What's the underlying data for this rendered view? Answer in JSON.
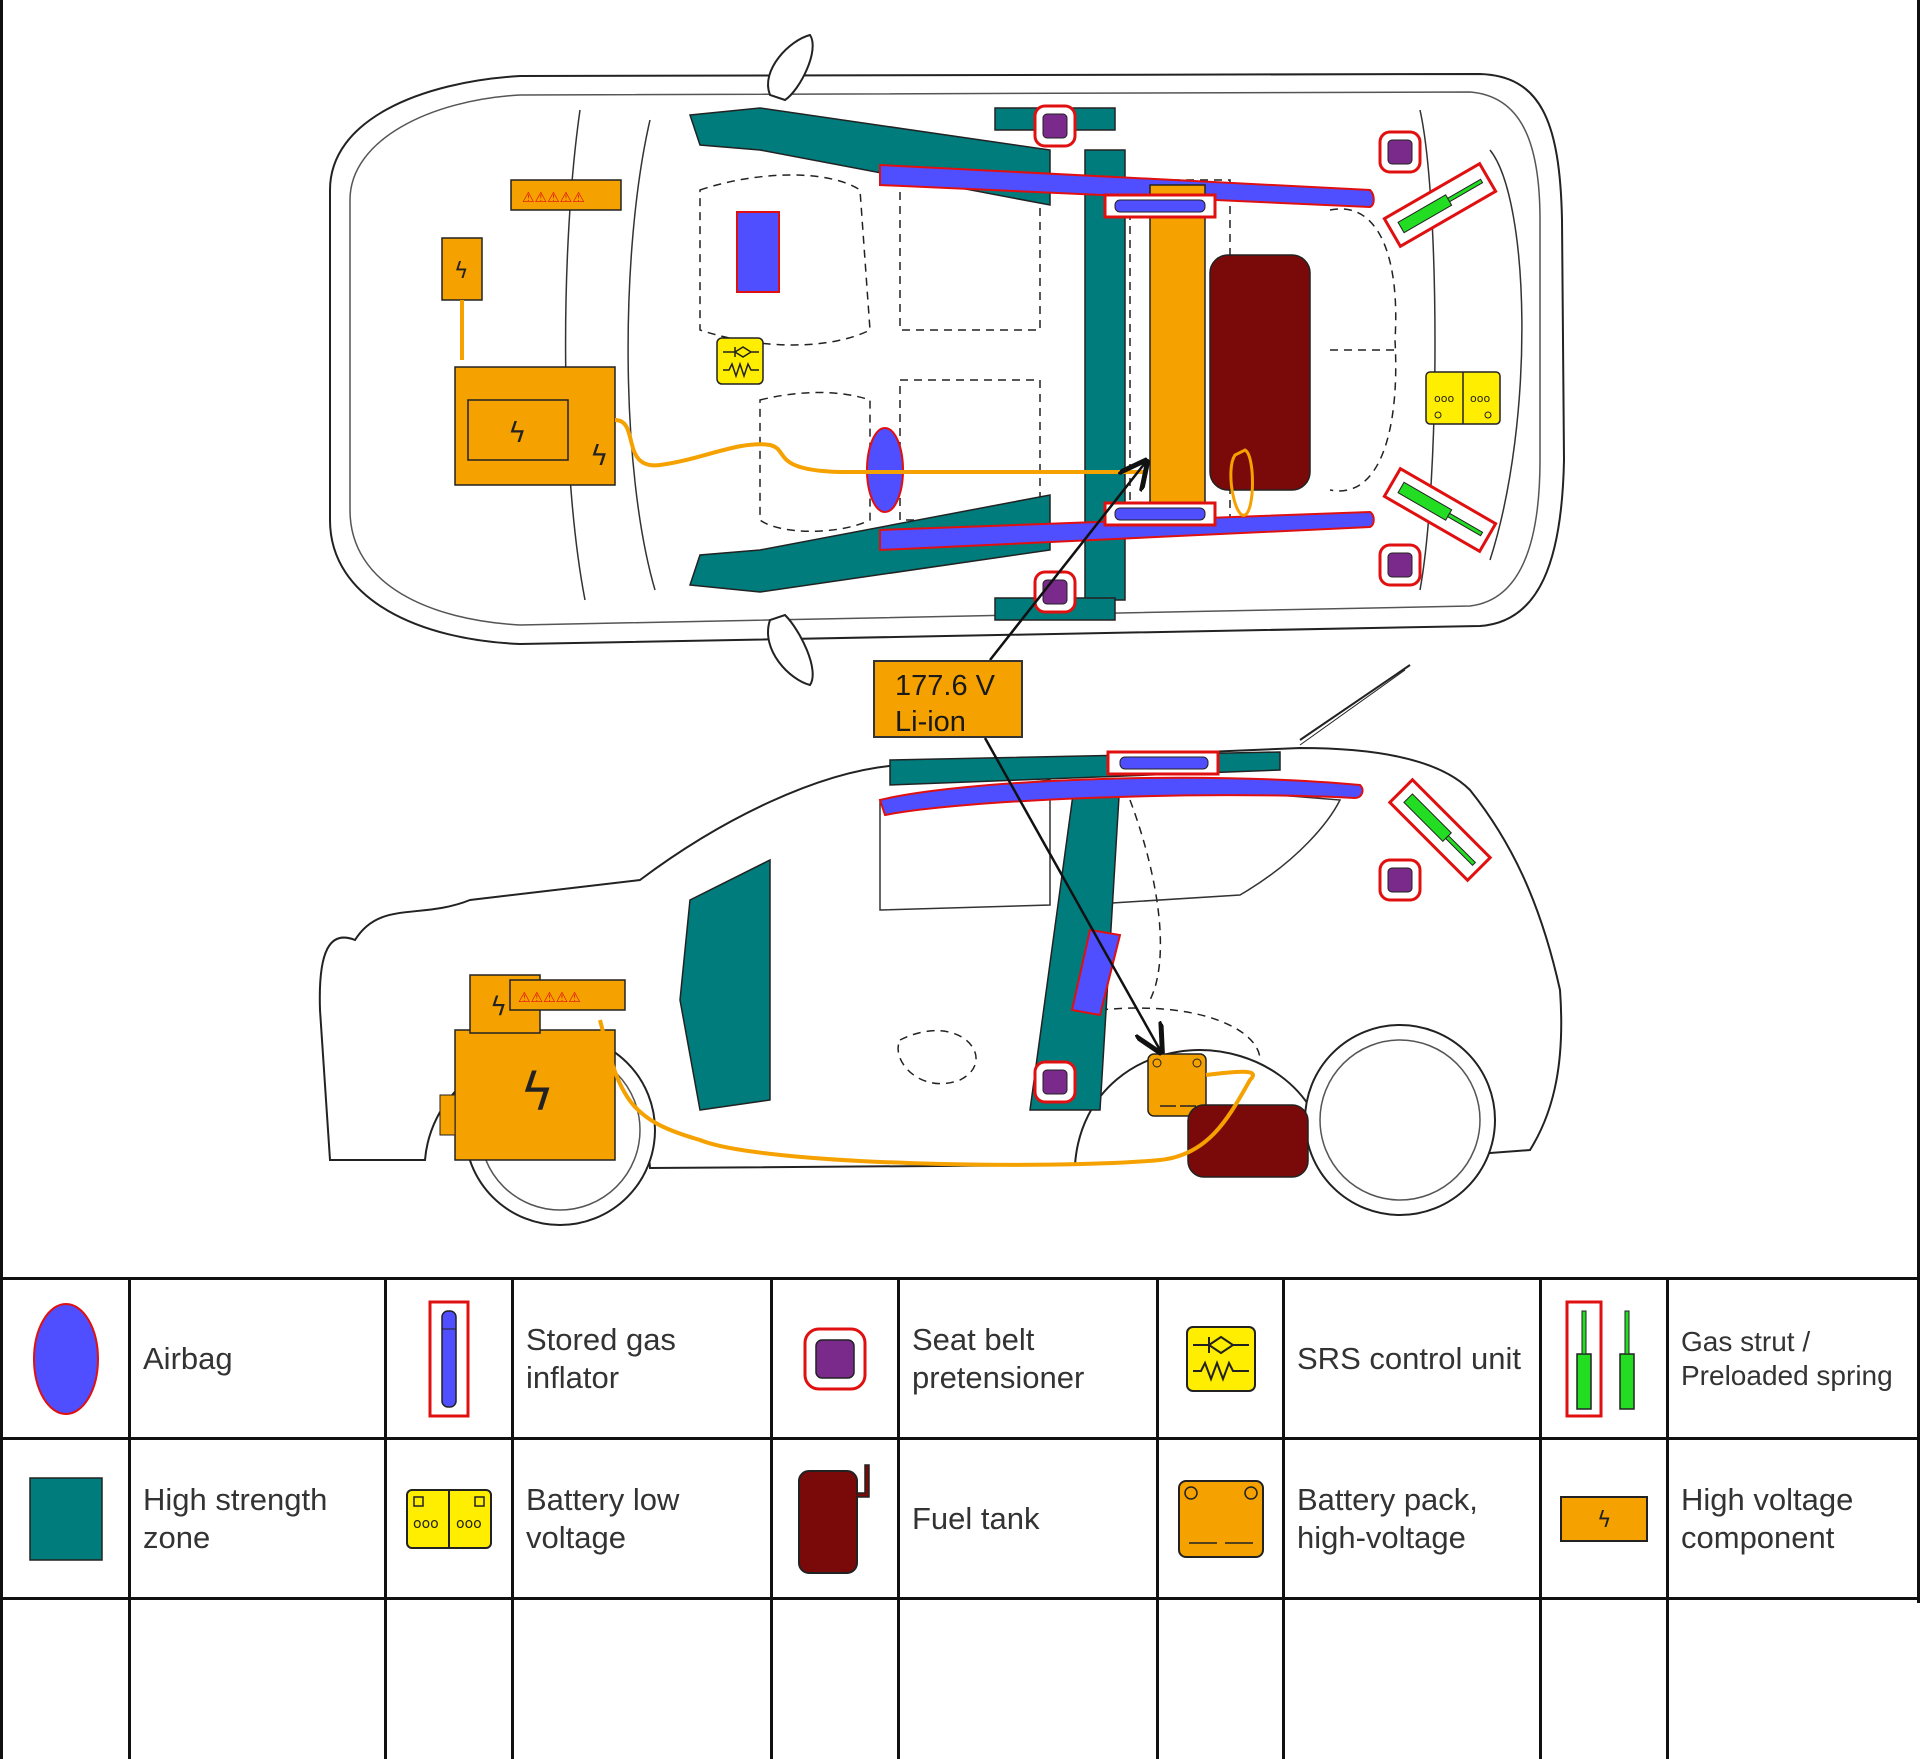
{
  "callout": {
    "line1": "177.6 V",
    "line2": "Li-ion"
  },
  "legend": {
    "row1": [
      {
        "symbol": "airbag-icon",
        "label_1": "Airbag",
        "label_2": ""
      },
      {
        "symbol": "stored-gas-inflator-icon",
        "label_1": "Stored gas",
        "label_2": "inflator"
      },
      {
        "symbol": "seat-belt-pretensioner-icon",
        "label_1": "Seat belt",
        "label_2": "pretensioner"
      },
      {
        "symbol": "srs-control-unit-icon",
        "label_1": "SRS control unit",
        "label_2": ""
      },
      {
        "symbol": "gas-strut-icon",
        "label_1": "Gas strut /",
        "label_2": "Preloaded spring"
      }
    ],
    "row2": [
      {
        "symbol": "high-strength-zone-icon",
        "label_1": "High strength",
        "label_2": "zone"
      },
      {
        "symbol": "battery-low-voltage-icon",
        "label_1": "Battery low",
        "label_2": "voltage"
      },
      {
        "symbol": "fuel-tank-icon",
        "label_1": "Fuel tank",
        "label_2": ""
      },
      {
        "symbol": "battery-pack-hv-icon",
        "label_1": "Battery pack,",
        "label_2": "high-voltage"
      },
      {
        "symbol": "high-voltage-component-icon",
        "label_1": "High voltage",
        "label_2": "component"
      }
    ]
  },
  "colors": {
    "airbag": "#4f4fff",
    "high_strength": "#007c7c",
    "seat_belt": "#7a2a8a",
    "high_voltage": "#f5a100",
    "fuel_tank": "#7a0a0a",
    "gas_strut": "#22dd22",
    "srs_unit": "#ffee00",
    "red_outline": "#e01010"
  }
}
